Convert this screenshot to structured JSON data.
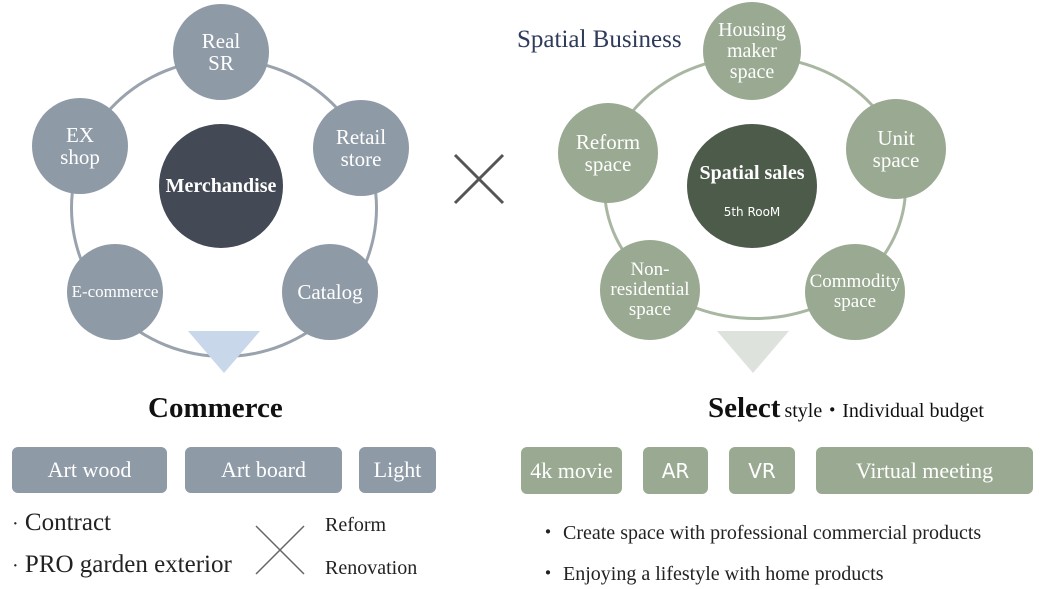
{
  "left": {
    "center": "Merchandise",
    "nodes": {
      "real_sr": "Real\nSR",
      "retail_store": "Retail\nstore",
      "catalog": "Catalog",
      "ecommerce": "E-commerce",
      "ex_shop": "EX\nshop"
    },
    "heading": "Commerce",
    "buttons": [
      "Art wood",
      "Art board",
      "Light"
    ],
    "bullets": [
      "Contract",
      "PRO garden exterior"
    ],
    "bullet_mark": "·",
    "side_labels": [
      "Reform",
      "Renovation"
    ]
  },
  "right": {
    "title": "Spatial Business",
    "center_main": "Spatial sales",
    "center_sub": "5th RooM",
    "nodes": {
      "housing": "Housing\nmaker\nspace",
      "unit": "Unit\nspace",
      "commodity": "Commodity\nspace",
      "nonres": "Non-\nresidential\nspace",
      "reform": "Reform\nspace"
    },
    "heading_bold": "Select",
    "heading_rest": "style・Individual budget",
    "buttons": [
      "4k movie",
      "AR",
      "VR",
      "Virtual meeting"
    ],
    "bullets": [
      "Create space with professional commercial products",
      "Enjoying a lifestyle with home products"
    ],
    "bullet_mark": "・"
  },
  "colors": {
    "gray_node": "#8f9aa7",
    "dark_center": "#434a55",
    "green_node": "#9aa991",
    "dark_green_center": "#4d5b4a",
    "arrow_blue": "#c9d7ea",
    "arrow_green": "#dde3dc"
  }
}
